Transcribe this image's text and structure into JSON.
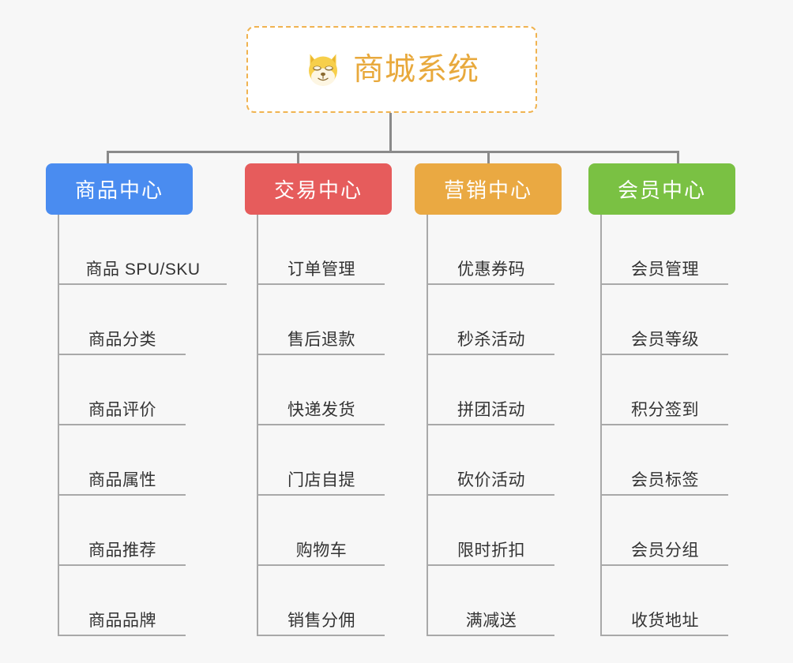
{
  "root": {
    "title": "商城系统",
    "icon": "shiba-dog-icon",
    "text_color": "#e8a93c",
    "border_color": "#f0b350",
    "background": "#ffffff"
  },
  "canvas": {
    "background": "#f7f7f7",
    "connector_color": "#8a8a8a",
    "leaf_line_color": "#a9a9a9"
  },
  "branches": [
    {
      "label": "商品中心",
      "color": "#4a8cf0",
      "items": [
        {
          "label": "商品 SPU/SKU",
          "wide": true
        },
        {
          "label": "商品分类"
        },
        {
          "label": "商品评价"
        },
        {
          "label": "商品属性"
        },
        {
          "label": "商品推荐"
        },
        {
          "label": "商品品牌"
        }
      ]
    },
    {
      "label": "交易中心",
      "color": "#e65c5c",
      "items": [
        {
          "label": "订单管理"
        },
        {
          "label": "售后退款"
        },
        {
          "label": "快递发货"
        },
        {
          "label": "门店自提"
        },
        {
          "label": "购物车"
        },
        {
          "label": "销售分佣"
        }
      ]
    },
    {
      "label": "营销中心",
      "color": "#eaa942",
      "items": [
        {
          "label": "优惠券码"
        },
        {
          "label": "秒杀活动"
        },
        {
          "label": "拼团活动"
        },
        {
          "label": "砍价活动"
        },
        {
          "label": "限时折扣"
        },
        {
          "label": "满减送"
        }
      ]
    },
    {
      "label": "会员中心",
      "color": "#7ac143",
      "items": [
        {
          "label": "会员管理"
        },
        {
          "label": "会员等级"
        },
        {
          "label": "积分签到"
        },
        {
          "label": "会员标签"
        },
        {
          "label": "会员分组"
        },
        {
          "label": "收货地址"
        }
      ]
    }
  ]
}
